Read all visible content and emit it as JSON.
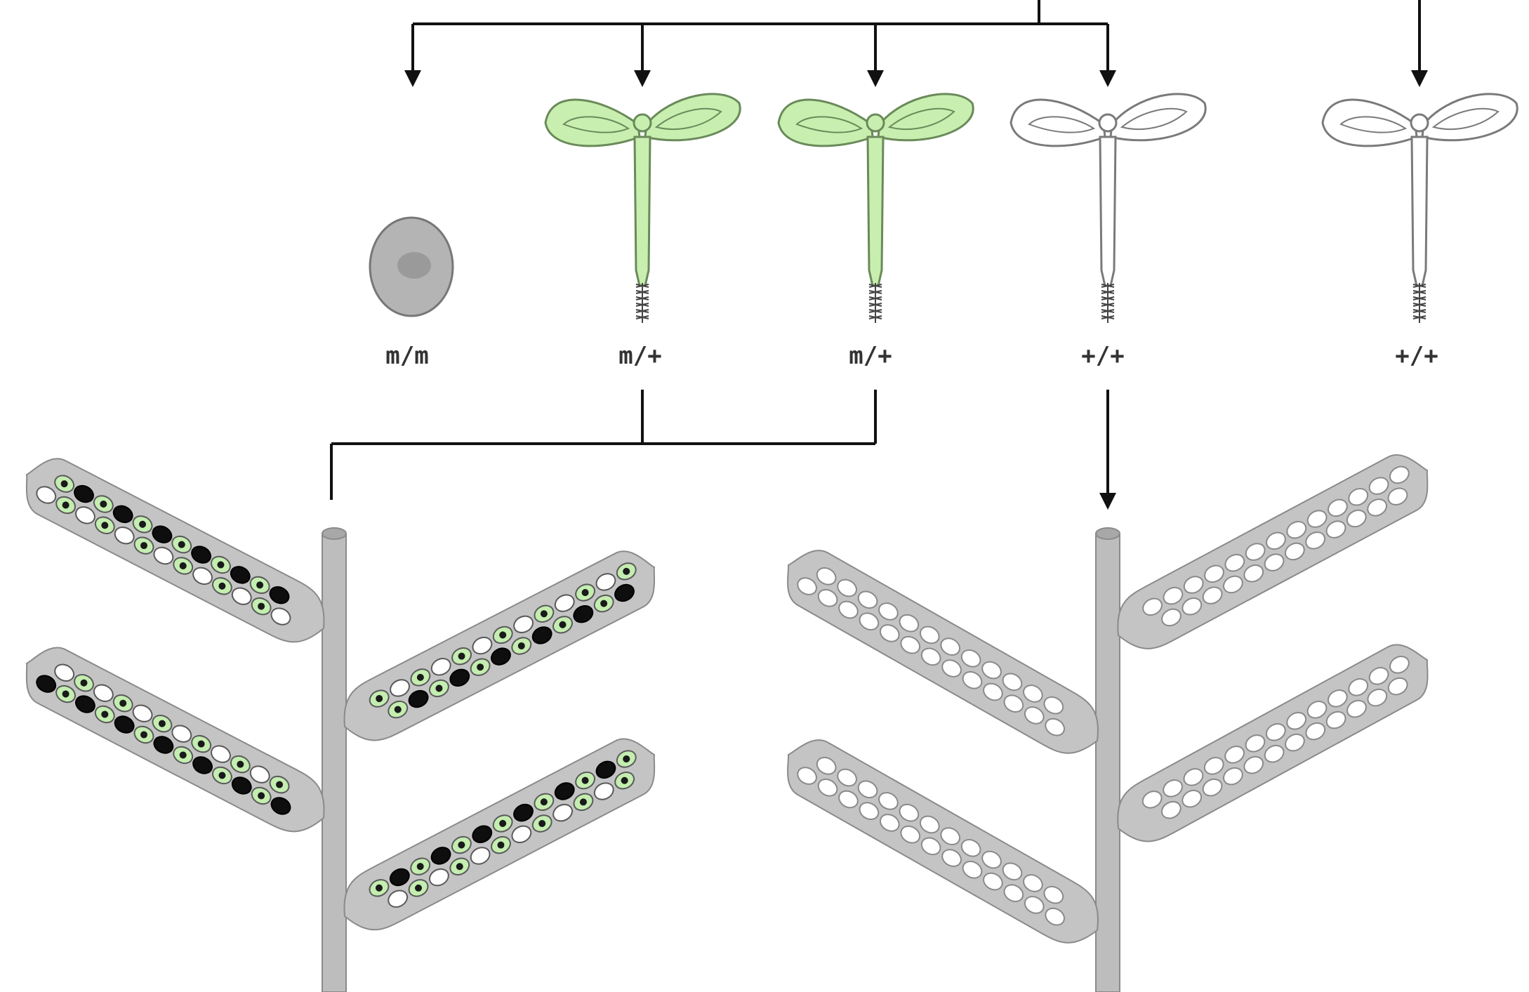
{
  "genotypes": {
    "mm": "m/m",
    "m_plus_1": "m/+",
    "m_plus_2": "m/+",
    "wt_1": "+/+",
    "wt_2": "+/+"
  },
  "colors": {
    "line": "#111111",
    "seedling_green_fill": "#c9efb0",
    "seedling_green_stroke": "#6a8a5a",
    "seedling_white_stroke": "#7a7a7a",
    "aborted_seed": "#b4b4b4",
    "stem": "#bdbdbd",
    "pod": "#c4c4c4",
    "seed_white": "#ffffff",
    "seed_black": "#0e0e0e",
    "seed_green": "#c4eeb0"
  },
  "icons": {
    "aborted_seed": "ovoid-seed-icon",
    "seedling": "cotyledon-seedling-icon",
    "silique": "seed-pod-icon"
  }
}
